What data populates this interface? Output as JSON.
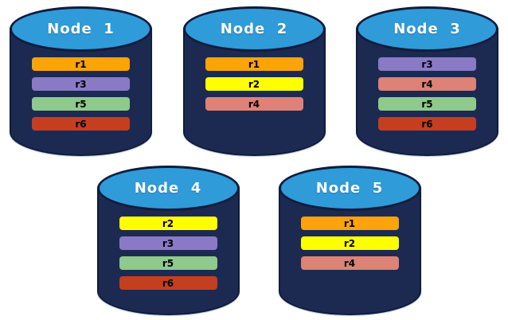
{
  "palette": {
    "background": "#ffffff",
    "cylinder_body": "#1C2A52",
    "cylinder_outline": "#0F1C3D",
    "cylinder_top": "#2F9BD9",
    "title_color": "#ffffff",
    "bar_text_color": "#000000"
  },
  "replica_colors": {
    "r1": "#FCA307",
    "r2": "#FFFF00",
    "r3": "#8A7AC6",
    "r4": "#DC8277",
    "r5": "#8FC98B",
    "r6": "#C53E20"
  },
  "chart_data": {
    "type": "diagram",
    "description_visible_text_only": "Five database node cylinders holding replica bars",
    "nodes": [
      {
        "title": "Node  1",
        "row": 1,
        "replicas": [
          "r1",
          "r3",
          "r5",
          "r6"
        ]
      },
      {
        "title": "Node  2",
        "row": 1,
        "replicas": [
          "r1",
          "r2",
          "r4"
        ]
      },
      {
        "title": "Node  3",
        "row": 1,
        "replicas": [
          "r3",
          "r4",
          "r5",
          "r6"
        ]
      },
      {
        "title": "Node  4",
        "row": 2,
        "replicas": [
          "r2",
          "r3",
          "r5",
          "r6"
        ]
      },
      {
        "title": "Node  5",
        "row": 2,
        "replicas": [
          "r1",
          "r2",
          "r4"
        ]
      }
    ]
  }
}
